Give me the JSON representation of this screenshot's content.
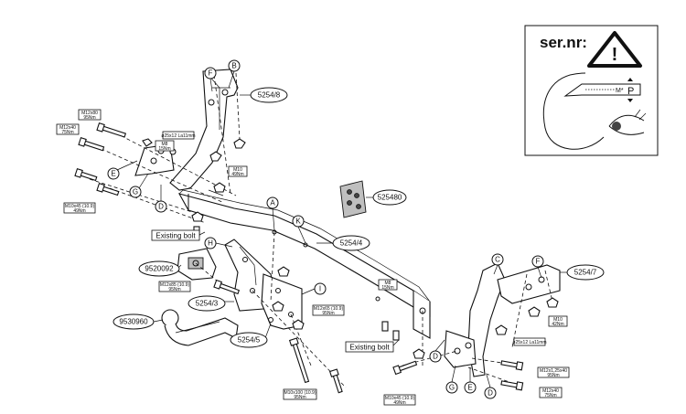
{
  "serial_panel": {
    "title": "ser.nr:",
    "warning_glyph": "!",
    "plate_mark": "M*",
    "plate_letter": "P"
  },
  "part_numbers": {
    "bracket_upper_left": "5254/8",
    "bracket_right": "5254/7",
    "crossbar": "5254/4",
    "plate_left": "5254/3",
    "plate_center": "5254/5",
    "electrical_kit": "525480",
    "adapter": "9520092",
    "towball": "9530960"
  },
  "labels": {
    "existing_bolt_left": "Existing bolt",
    "existing_bolt_right": "Existing bolt"
  },
  "bolt_specs": [
    {
      "id": "s1",
      "line1": "M12x80",
      "line2": "95Nm"
    },
    {
      "id": "s2",
      "line1": "M12x40",
      "line2": "75Nm"
    },
    {
      "id": "s3",
      "line1": "M8",
      "line2": "15Nm"
    },
    {
      "id": "s4",
      "line1": "ø25x12 La11mm",
      "line2": ""
    },
    {
      "id": "s5",
      "line1": "M10",
      "line2": "49Nm"
    },
    {
      "id": "s6",
      "line1": "M10x45 (10.9)",
      "line2": "49Nm"
    },
    {
      "id": "s7",
      "line1": "M12x85 (10.9)",
      "line2": "95Nm"
    },
    {
      "id": "s8",
      "line1": "M12x65 (10.9)",
      "line2": "95Nm"
    },
    {
      "id": "s9",
      "line1": "M8",
      "line2": "15Nm"
    },
    {
      "id": "s10",
      "line1": "M10x100 (10.9)",
      "line2": "95Nm"
    },
    {
      "id": "s11",
      "line1": "M10x45 (10.9)",
      "line2": "49Nm"
    },
    {
      "id": "s12",
      "line1": "M10",
      "line2": "42Nm"
    },
    {
      "id": "s13",
      "line1": "ø25x12 La11mm",
      "line2": ""
    },
    {
      "id": "s14",
      "line1": "M12x1,25x40",
      "line2": "95Nm"
    },
    {
      "id": "s15",
      "line1": "M12x40",
      "line2": "75Nm"
    }
  ],
  "letters": {
    "A": "A",
    "B": "B",
    "C": "C",
    "D": "D",
    "E": "E",
    "F": "F",
    "G": "G",
    "H": "H",
    "I": "I",
    "K": "K"
  },
  "colors": {
    "line": "#111111",
    "fill": "#ffffff",
    "gray": "#bfbfbf"
  }
}
